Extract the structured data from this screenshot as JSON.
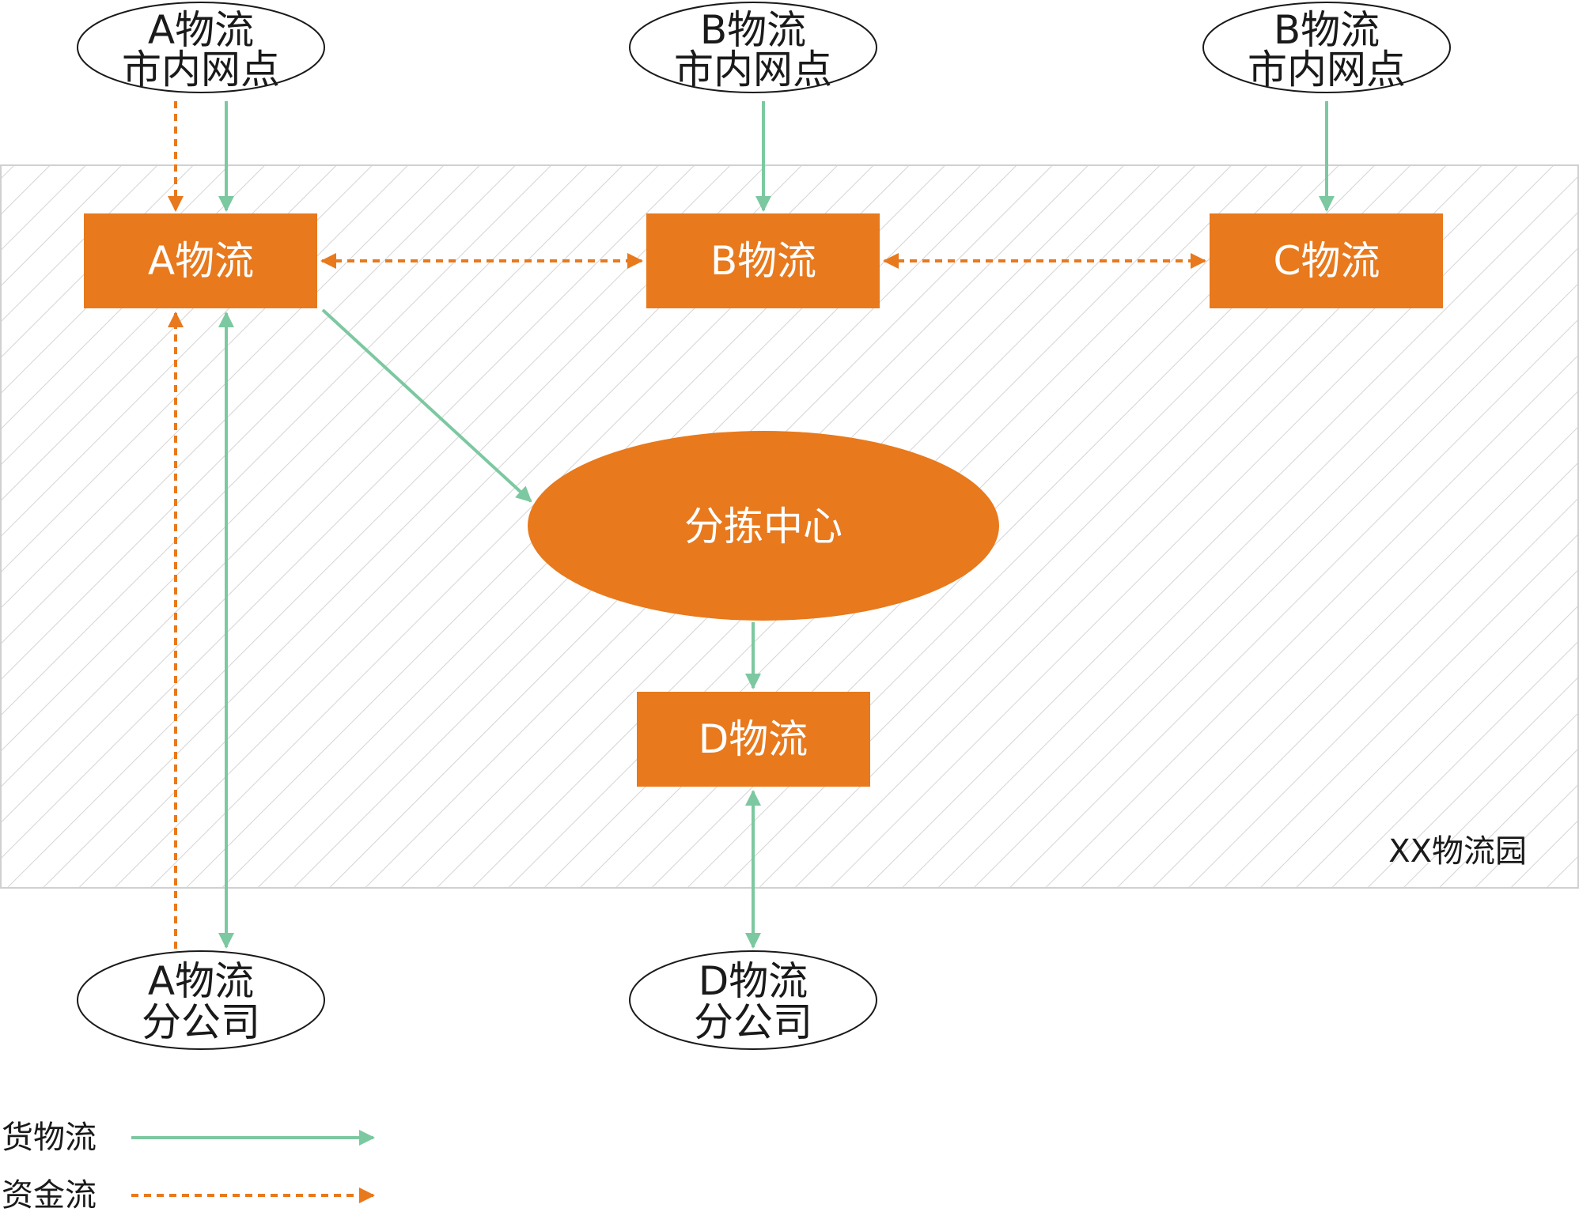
{
  "park": {
    "label": "XX物流园"
  },
  "top_nodes": {
    "a_city": {
      "line1": "A物流",
      "line2": "市内网点"
    },
    "b_city": {
      "line1": "B物流",
      "line2": "市内网点"
    },
    "c_city": {
      "line1": "B物流",
      "line2": "市内网点"
    }
  },
  "companies": {
    "a": "A物流",
    "b": "B物流",
    "c": "C物流",
    "d": "D物流"
  },
  "sorting_center": "分拣中心",
  "branches": {
    "a": {
      "line1": "A物流",
      "line2": "分公司"
    },
    "d": {
      "line1": "D物流",
      "line2": "分公司"
    }
  },
  "legend": {
    "goods_flow": "货物流",
    "money_flow": "资金流"
  },
  "colors": {
    "orange": "#E8791C",
    "green": "#7CC8A0",
    "hatch": "#D4D4D4",
    "border": "#D0D0D0"
  }
}
